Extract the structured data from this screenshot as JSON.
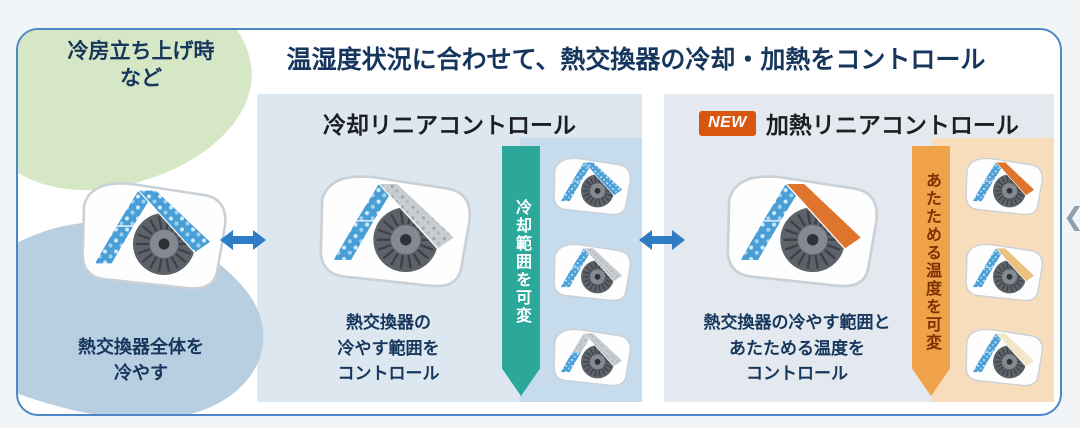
{
  "page": {
    "title": "温湿度状況に合わせて、熱交換器の冷却・加熱をコントロール"
  },
  "left": {
    "label": [
      "冷房立ち上げ時",
      "など"
    ],
    "caption": [
      "熱交換器全体を",
      "冷やす"
    ]
  },
  "cooling_panel": {
    "title": "冷却リニアコントロール",
    "caption": [
      "熱交換器の",
      "冷やす範囲を",
      "コントロール"
    ],
    "ribbon": "冷却範囲を可変"
  },
  "heating_panel": {
    "badge": "NEW",
    "title": "加熱リニアコントロール",
    "caption": [
      "熱交換器の冷やす範囲と",
      "あたためる温度を",
      "コントロール"
    ],
    "ribbon": "あたためる温度を可変"
  },
  "carousel": {
    "prev_icon": "❮"
  },
  "colors": {
    "navy": "#17365c",
    "border_blue": "#4c88c6",
    "arrow_blue": "#2e7cc3",
    "cool_panel_bg": "#dce7f0",
    "cool_column_bg": "#c6dbec",
    "cool_ribbon": "#2ca89a",
    "heat_panel_bg": "#e3e9ee",
    "heat_column_bg": "#f7ddbb",
    "heat_ribbon": "#f0a24b",
    "new_badge": "#d8560f",
    "green_blob": "#d6e7c6",
    "wave_blue": "#b8cee1",
    "droplet_blue": "#4a9ed6",
    "heat_orange": "#df752c"
  }
}
